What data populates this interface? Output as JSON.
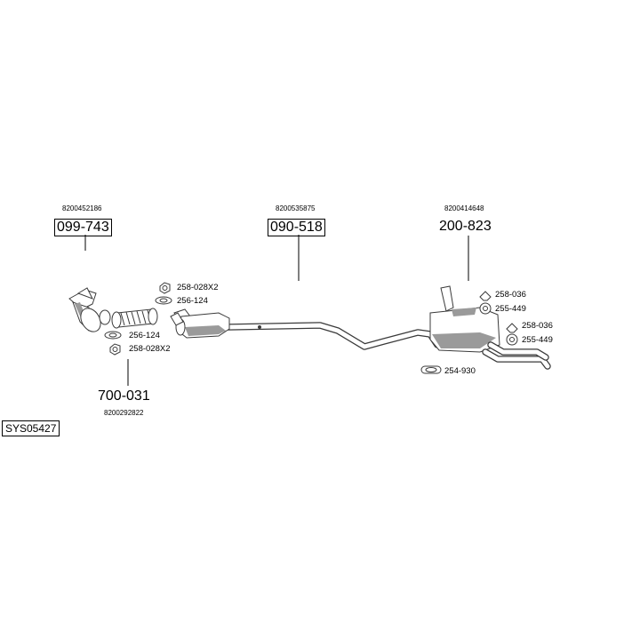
{
  "labels": {
    "oem_099": "8200452186",
    "part_099": "099-743",
    "oem_090": "8200535875",
    "part_090": "090-518",
    "oem_200": "8200414648",
    "part_200": "200-823",
    "part_700": "700-031",
    "oem_700": "8200292822",
    "acc_nut_top": "258-028X2",
    "acc_gasket_top": "256-124",
    "acc_gasket_bottom": "256-124",
    "acc_nut_bottom": "258-028X2",
    "acc_258_036_a": "258-036",
    "acc_255_449_a": "255-449",
    "acc_258_036_b": "258-036",
    "acc_255_449_b": "255-449",
    "acc_254_930": "254-930",
    "system_code": "SYS05427"
  }
}
